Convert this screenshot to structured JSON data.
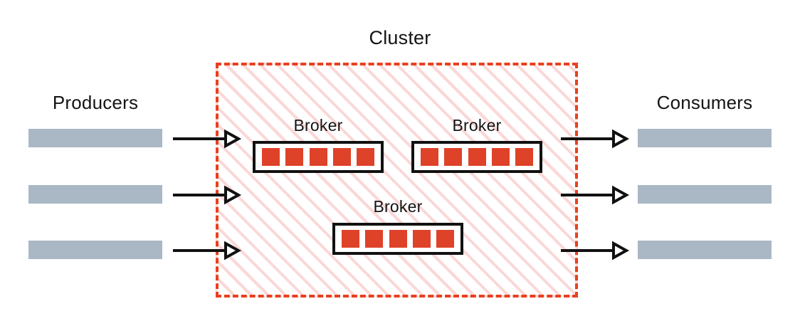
{
  "diagram": {
    "title": "Cluster",
    "colors": {
      "endpoint_bar": "#AAB7C4",
      "cluster_border": "#E8401F",
      "cluster_hatch": "#FBD7D7",
      "partition": "#DE4228",
      "broker_border": "#111111",
      "arrow": "#111111",
      "background": "#FFFFFF",
      "text": "#141414"
    },
    "left_group": {
      "label": "Producers",
      "nodes": [
        {
          "id": "producer-1",
          "label": ""
        },
        {
          "id": "producer-2",
          "label": ""
        },
        {
          "id": "producer-3",
          "label": ""
        }
      ]
    },
    "right_group": {
      "label": "Consumers",
      "nodes": [
        {
          "id": "consumer-1",
          "label": ""
        },
        {
          "id": "consumer-2",
          "label": ""
        },
        {
          "id": "consumer-3",
          "label": ""
        }
      ]
    },
    "cluster": {
      "label": "Cluster",
      "brokers": [
        {
          "id": "broker-1",
          "label": "Broker",
          "partition_count": 5
        },
        {
          "id": "broker-2",
          "label": "Broker",
          "partition_count": 5
        },
        {
          "id": "broker-3",
          "label": "Broker",
          "partition_count": 5
        }
      ]
    },
    "arrows": {
      "inbound_count": 3,
      "outbound_count": 3,
      "style": "open-triangle-head"
    }
  }
}
